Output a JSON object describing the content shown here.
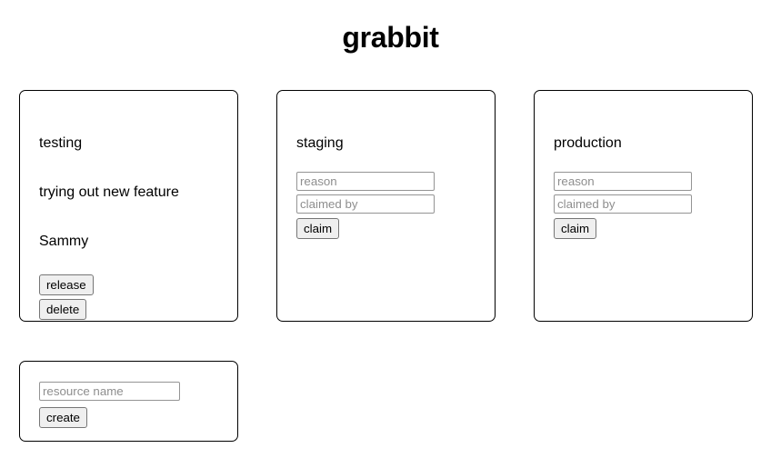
{
  "app": {
    "title": "grabbit"
  },
  "resources": [
    {
      "name": "testing",
      "status": "claimed",
      "reason": "trying out new feature",
      "claimed_by": "Sammy",
      "actions": [
        {
          "label": "release",
          "name": "release-button"
        },
        {
          "label": "delete",
          "name": "delete-button"
        }
      ]
    },
    {
      "name": "staging",
      "status": "free",
      "reason_placeholder": "reason",
      "claimed_by_placeholder": "claimed by",
      "claim_label": "claim"
    },
    {
      "name": "production",
      "status": "free",
      "reason_placeholder": "reason",
      "claimed_by_placeholder": "claimed by",
      "claim_label": "claim"
    }
  ],
  "create_card": {
    "resource_name_placeholder": "resource name",
    "create_label": "create"
  },
  "colors": {
    "page_background": "#ffffff",
    "card_border": "#000000",
    "input_border": "#949494",
    "placeholder_text": "#8e8e8e",
    "button_background": "#efefef",
    "button_border": "#767676",
    "text": "#000000"
  }
}
